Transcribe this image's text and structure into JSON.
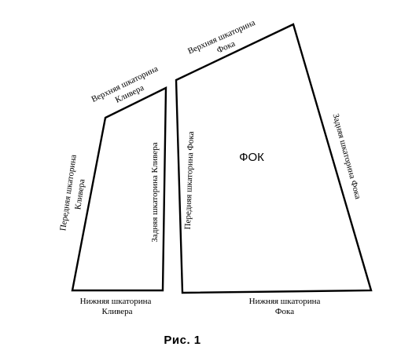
{
  "figure": {
    "caption": "Рис. 1"
  },
  "jib": {
    "top_edge_line1": "Верхняя шкаторина",
    "top_edge_line2": "Кливера",
    "front_edge_line1": "Передняя шкаторина",
    "front_edge_line2": "Кливера",
    "back_edge": "Задняя шкаторина Кливера",
    "bottom_edge_line1": "Нижняя шкаторина",
    "bottom_edge_line2": "Кливера"
  },
  "fore": {
    "name": "ФОК",
    "top_edge_line1": "Верхняя шкаторина",
    "top_edge_line2": "Фока",
    "front_edge": "Передняя шкаторина Фока",
    "back_edge": "Задняя шкаторина Фока",
    "bottom_edge_line1": "Нижняя шкаторина",
    "bottom_edge_line2": "Фока"
  },
  "colors": {
    "line": "#000000",
    "background": "#ffffff"
  }
}
